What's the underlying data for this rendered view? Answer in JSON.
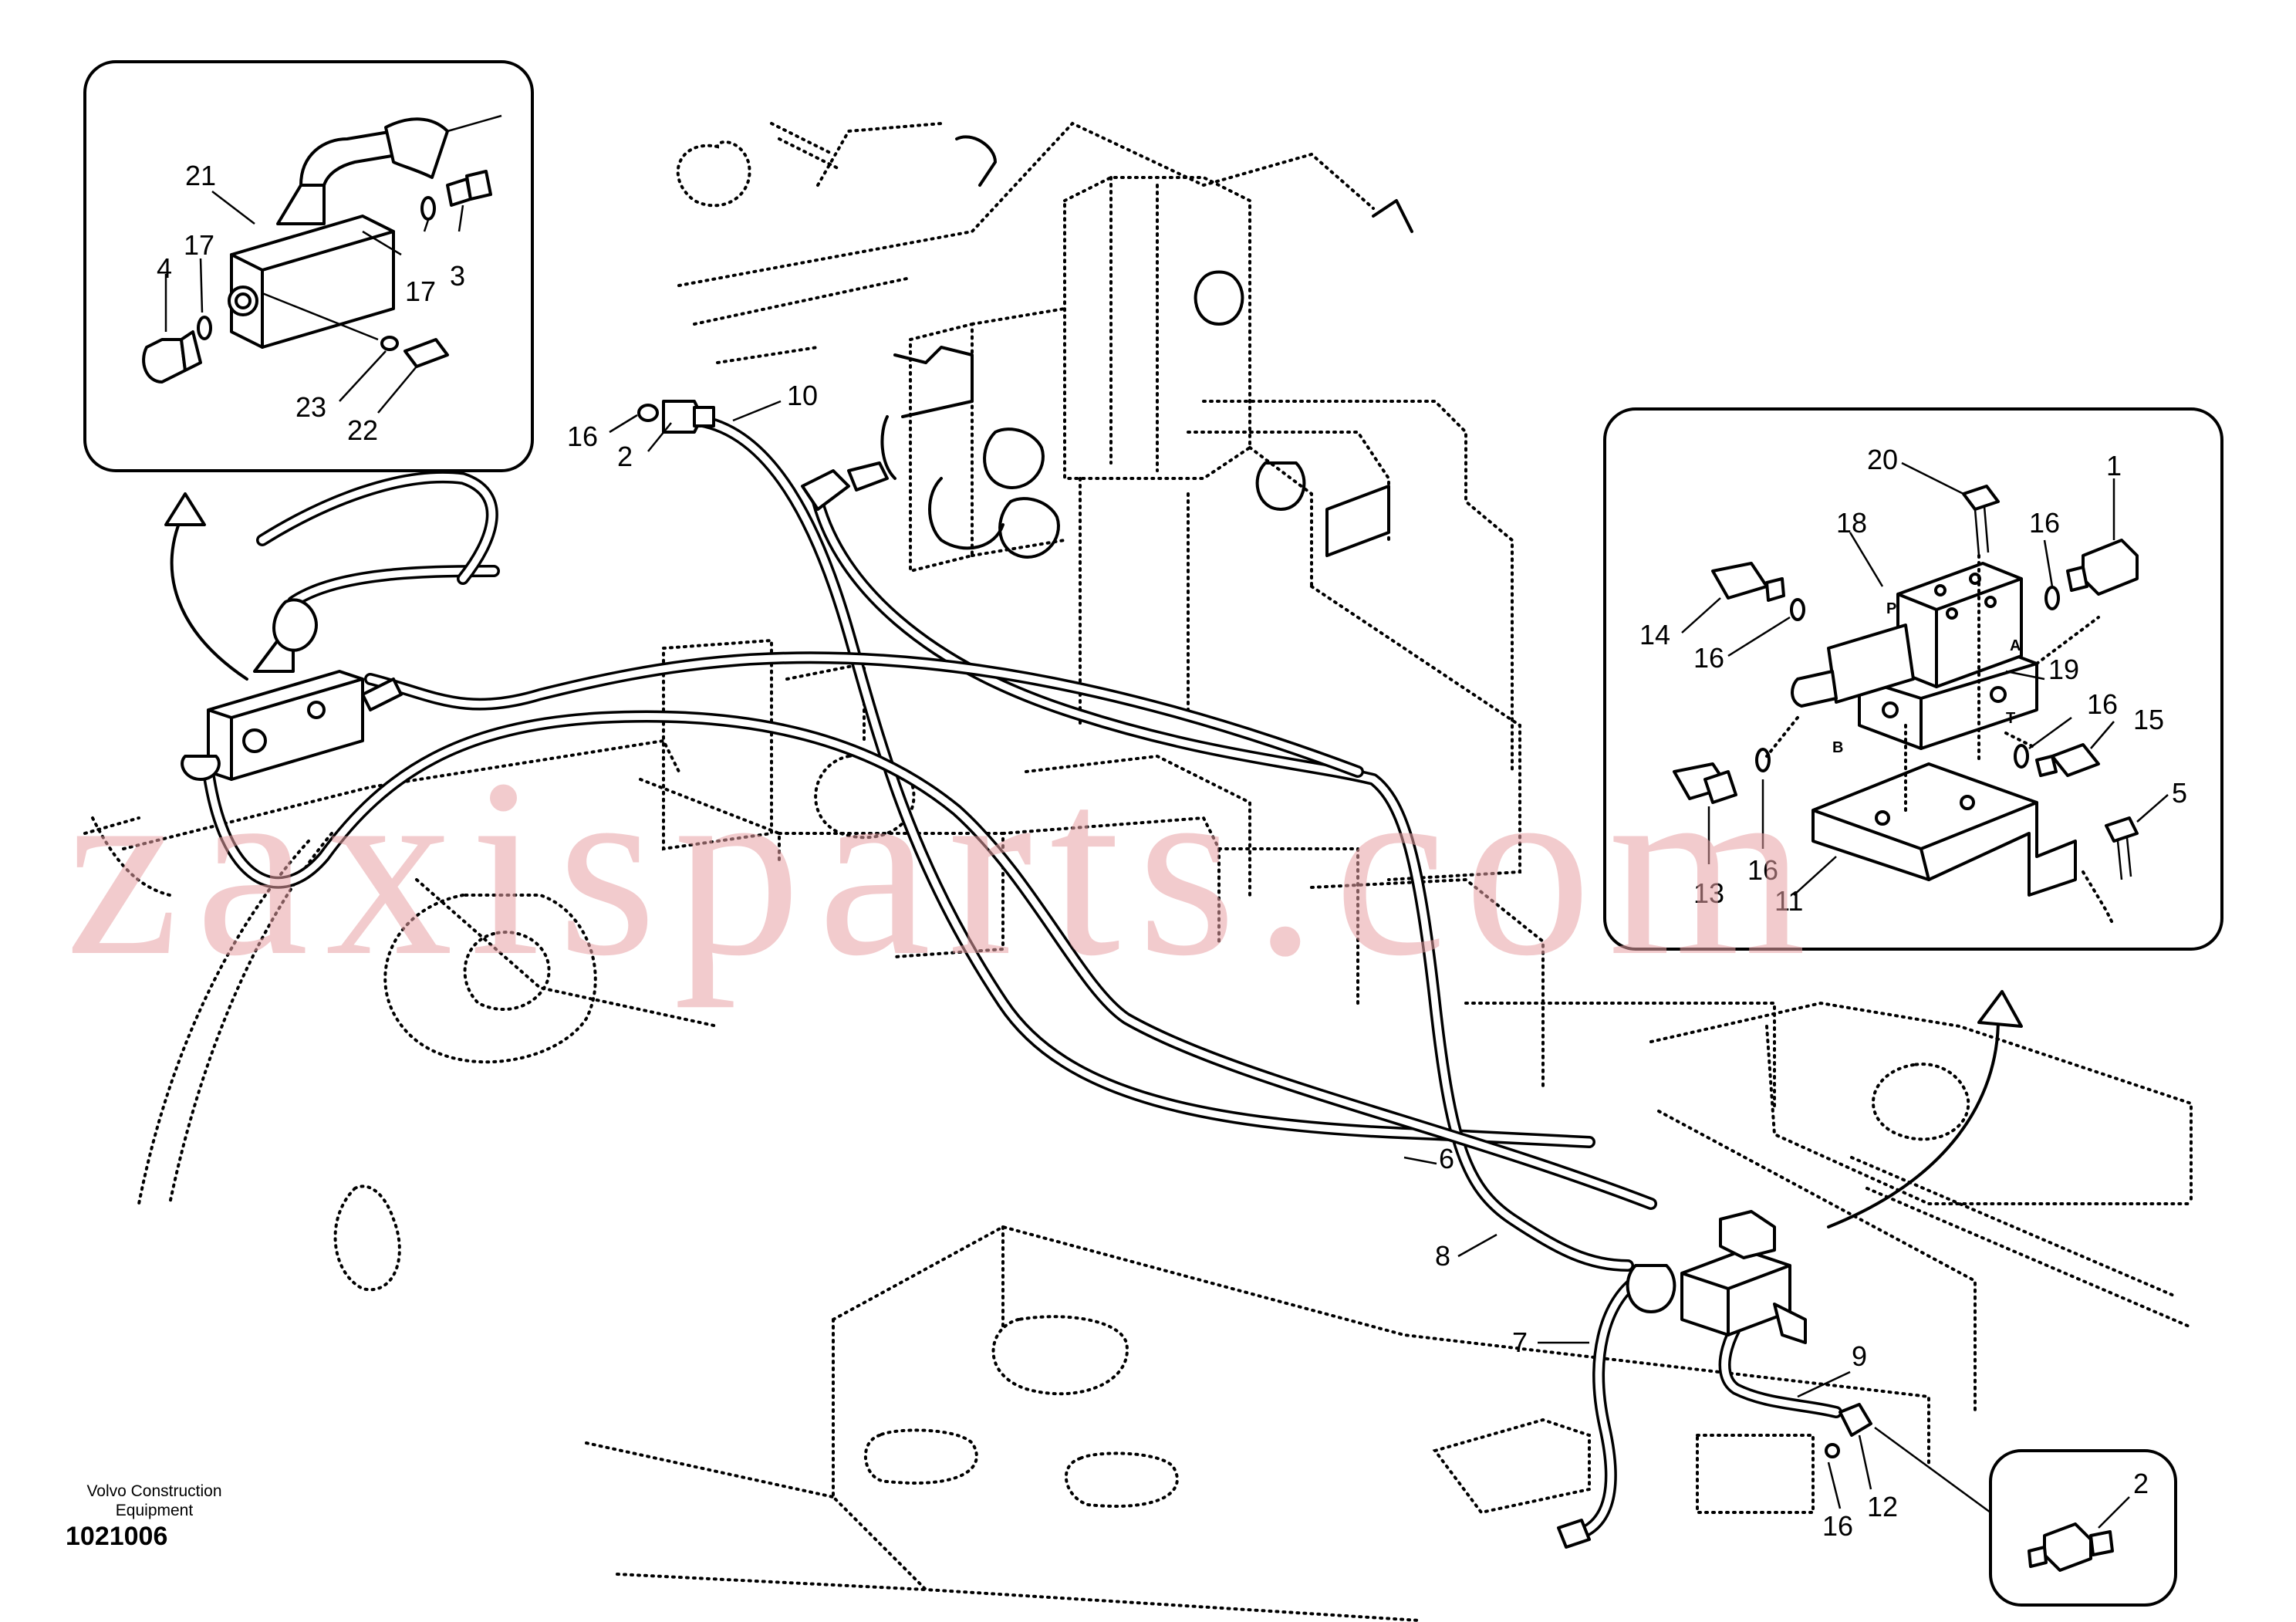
{
  "watermark": "zaxisparts.com",
  "publisher": "Volvo Construction Equipment",
  "drawing_number": "1021006",
  "main_callouts": {
    "c16_top": "16",
    "c2_top": "2",
    "c10": "10",
    "c6": "6",
    "c8": "8",
    "c7": "7",
    "c9": "9",
    "c16_bottom": "16",
    "c12": "12"
  },
  "inset_top_left": {
    "c21": "21",
    "c17_left": "17",
    "c4": "4",
    "c17_right": "17",
    "c3": "3",
    "c23": "23",
    "c22": "22"
  },
  "inset_right": {
    "c20": "20",
    "c18": "18",
    "c1": "1",
    "c16_upper": "16",
    "c14": "14",
    "c16_left": "16",
    "c19": "19",
    "c16_right": "16",
    "c15": "15",
    "c5": "5",
    "c16_lower": "16",
    "c13": "13",
    "c11": "11",
    "port_p": "P",
    "port_a": "A",
    "port_b": "B",
    "port_t": "T"
  },
  "inset_bottom_right": {
    "c2": "2"
  }
}
